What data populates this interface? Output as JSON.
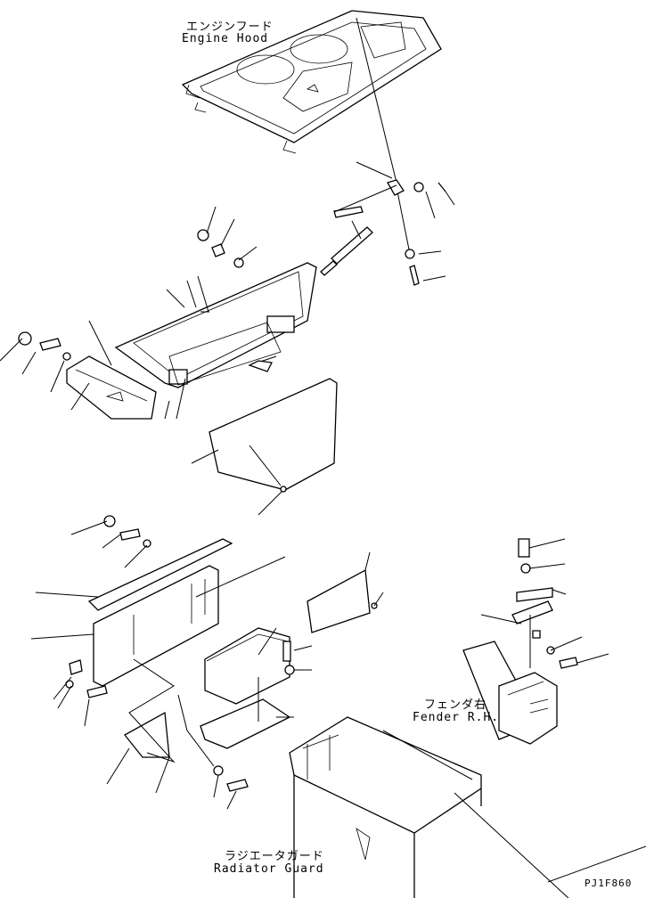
{
  "labels": {
    "engine_hood_jp": "エンジンフード",
    "engine_hood_en": "Engine Hood",
    "fender_jp": "フェンダ右",
    "fender_en": "Fender R.H.",
    "radiator_jp": "ラジエータガード",
    "radiator_en": "Radiator Guard",
    "figure_code": "PJ1F860"
  }
}
